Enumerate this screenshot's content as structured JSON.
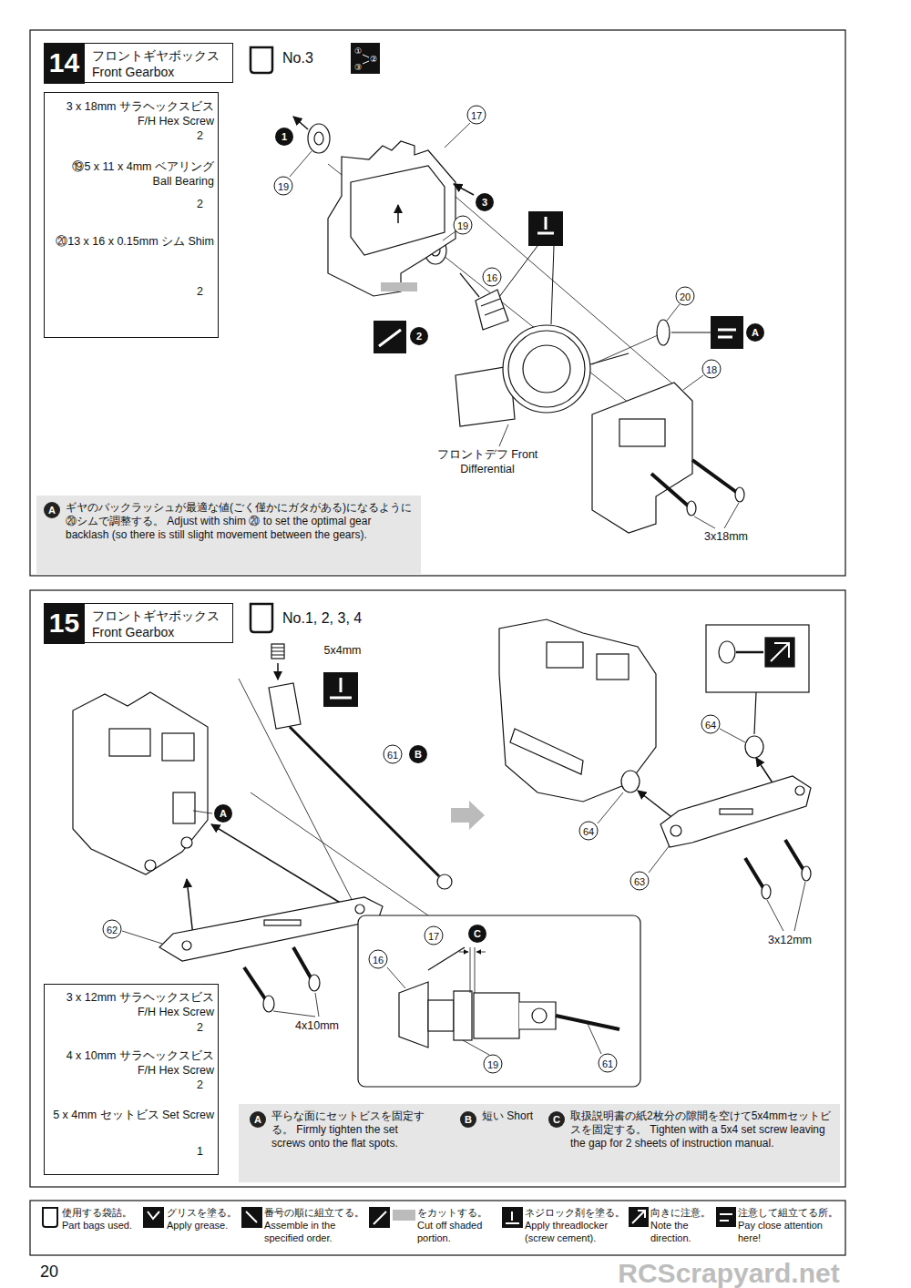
{
  "diagram": {
    "nodes": [
      {
        "text": [
          "フロントギヤボックス Front Gearbox"
        ]
      },
      {
        "text": [
          "14"
        ],
        "in": 0
      },
      {
        "text": [
          "No.3"
        ]
      },
      {
        "text": [
          "3 x 18mm サラヘックスビス F/H Hex Screw",
          "2",
          "⑲5 x 11 x 4mm ベアリング Ball Bearing",
          "2",
          "⑳13 x 16 x 0.15mm シム Shim",
          "2"
        ]
      },
      {
        "text": [
          "A",
          "ギヤのバックラッシュが最適な値(ごく僅かにガタがある)になるように⑳シムで調整する。 Adjust with shim ⑳ to set the optimal gear backlash (so there is still slight movement between the gears)."
        ]
      },
      {
        "text": [
          "フロントギヤボックス Front Gearbox"
        ]
      },
      {
        "text": [
          "15"
        ],
        "in": 5
      },
      {
        "text": [
          "No.1, 2, 3, 4"
        ]
      },
      {
        "text": [
          "3 x 12mm サラヘックスビス F/H Hex Screw",
          "2",
          "4 x 10mm サラヘックスビス F/H Hex Screw",
          "2",
          "5 x 4mm セットビス Set Screw",
          "1"
        ]
      },
      {
        "text": [
          "A",
          "平らな面にセットビスを固定する。 Firmly tighten the set screws onto the flat spots.",
          "B",
          "短い Short",
          "C",
          "取扱説明書の紙2枚分の隙間を空けて5x4mmセットビスを固定する。 Tighten with a 5x4 set screw leaving the gap for 2 sheets of instruction manual."
        ]
      }
    ],
    "labels": [
      "①",
      "②",
      "③",
      "17",
      "1",
      "19",
      "3",
      "19",
      "16",
      "2",
      "20",
      "A",
      "18",
      "フロントデフ Front Differential",
      "3x18mm",
      "5x4mm",
      "61",
      "B",
      "A",
      "62",
      "4x10mm",
      "64",
      "64",
      "63",
      "3x12mm",
      "17",
      "C",
      "16",
      "19",
      "61",
      "20",
      "RCScrapyard.net"
    ],
    "legend": [
      {
        "text": "使用する袋詰。 Part bags used."
      },
      {
        "text": "グリスを塗る。 Apply grease."
      },
      {
        "text": "番号の順に組立てる。 Assemble in the specified order."
      },
      {
        "text": "をカットする。 Cut off shaded portion."
      },
      {
        "text": "ネジロック剤を塗る。 Apply threadlocker (screw cement)."
      },
      {
        "text": "向きに注意。 Note the direction."
      },
      {
        "text": "注意して組立てる所。 Pay close attention here!"
      }
    ]
  }
}
